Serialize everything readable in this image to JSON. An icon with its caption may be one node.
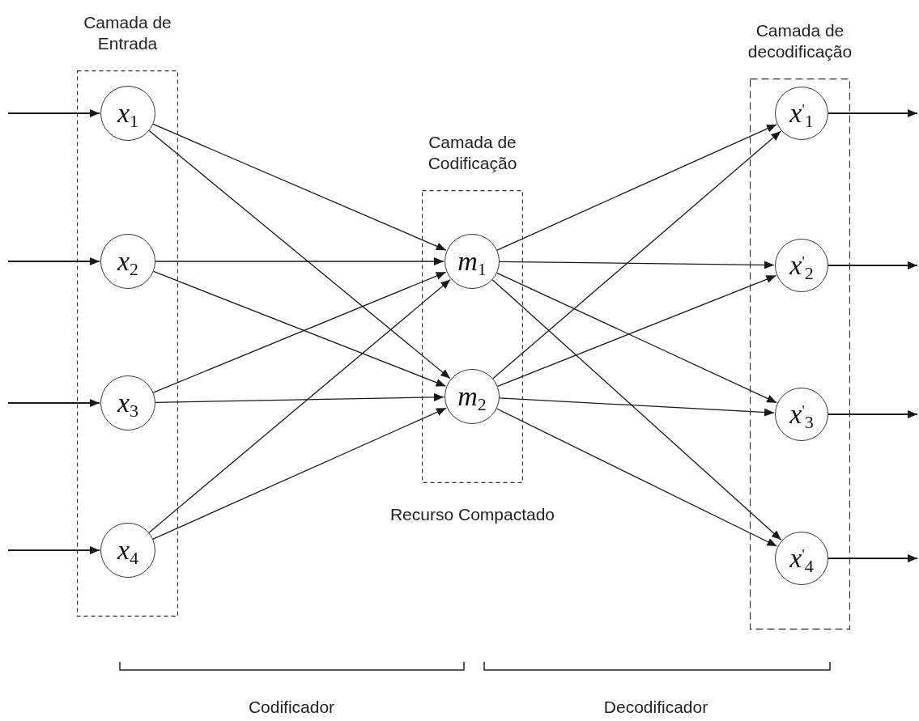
{
  "diagram": {
    "nodes": [
      {
        "text": [
          "Camada de Entrada"
        ]
      },
      {
        "text": [
          "x$_{1}$"
        ],
        "in": 0
      },
      {
        "text": [
          "x$_{2}$"
        ],
        "in": 0
      },
      {
        "text": [
          "x$_{3}$"
        ],
        "in": 0
      },
      {
        "text": [
          "x$_{4}$"
        ],
        "in": 0
      },
      {
        "text": [
          "Camada de Codificação"
        ],
        "beside": [
          "Recurso Compactado"
        ]
      },
      {
        "text": [
          "m$_{1}$"
        ],
        "in": 5
      },
      {
        "text": [
          "m$_{2}$"
        ],
        "in": 5
      },
      {
        "text": [
          "Camada de decodificação"
        ]
      },
      {
        "text": [
          "x$^{'}$$_{1}$"
        ],
        "in": 8
      },
      {
        "text": [
          "x$^{'}$$_{2}$"
        ],
        "in": 8
      },
      {
        "text": [
          "x$^{'}$$_{3}$"
        ],
        "in": 8
      },
      {
        "text": [
          "x$^{'}$$_{4}$"
        ],
        "in": 8
      }
    ],
    "edges": [
      {
        "from": null,
        "to": 1,
        "arrow": "to"
      },
      {
        "from": null,
        "to": 2,
        "arrow": "to"
      },
      {
        "from": null,
        "to": 3,
        "arrow": "to"
      },
      {
        "from": null,
        "to": 4,
        "arrow": "to"
      },
      {
        "from": 1,
        "to": 6,
        "arrow": "to"
      },
      {
        "from": 1,
        "to": 7,
        "arrow": "to"
      },
      {
        "from": 2,
        "to": 6,
        "arrow": "to"
      },
      {
        "from": 2,
        "to": 7,
        "arrow": "to"
      },
      {
        "from": 3,
        "to": 6,
        "arrow": "to"
      },
      {
        "from": 3,
        "to": 7,
        "arrow": "to"
      },
      {
        "from": 4,
        "to": 6,
        "arrow": "to"
      },
      {
        "from": 4,
        "to": 7,
        "arrow": "to"
      },
      {
        "from": 6,
        "to": 9,
        "arrow": "to"
      },
      {
        "from": 6,
        "to": 10,
        "arrow": "to"
      },
      {
        "from": 6,
        "to": 11,
        "arrow": "to"
      },
      {
        "from": 6,
        "to": 12,
        "arrow": "to"
      },
      {
        "from": 7,
        "to": 9,
        "arrow": "to"
      },
      {
        "from": 7,
        "to": 10,
        "arrow": "to"
      },
      {
        "from": 7,
        "to": 11,
        "arrow": "to"
      },
      {
        "from": 7,
        "to": 12,
        "arrow": "to"
      },
      {
        "from": 9,
        "to": null,
        "arrow": "to"
      },
      {
        "from": 10,
        "to": null,
        "arrow": "to"
      },
      {
        "from": 11,
        "to": null,
        "arrow": "to"
      },
      {
        "from": 12,
        "to": null,
        "arrow": "to"
      }
    ],
    "labels": [
      "Codificador",
      "Decodificador"
    ]
  }
}
